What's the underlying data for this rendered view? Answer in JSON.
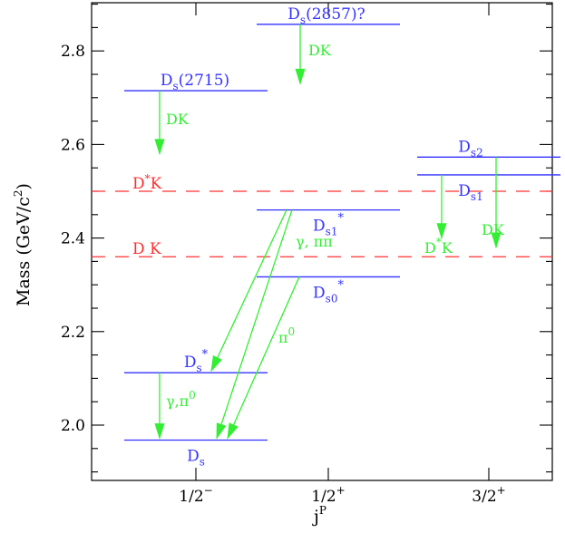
{
  "chart_data": {
    "type": "level-diagram",
    "xlabel": "j",
    "xlabel_sup": "P",
    "ylabel": "Mass (GeV/c",
    "ylabel_sup": "2",
    "ylabel_tail": ")",
    "ylim": [
      1.9,
      2.9
    ],
    "yticks": [
      "2.0",
      "2.2",
      "2.4",
      "2.6",
      "2.8"
    ],
    "columns": [
      {
        "label": "1/2",
        "sup": "−"
      },
      {
        "label": "1/2",
        "sup": "+"
      },
      {
        "label": "3/2",
        "sup": "+"
      }
    ],
    "thresholds": [
      {
        "label": "D",
        "sup": "*",
        "tail": "K",
        "mass": 2.5,
        "color": "#ff3030"
      },
      {
        "label": "D K",
        "sup": "",
        "tail": "",
        "mass": 2.36,
        "color": "#ff3030"
      }
    ],
    "levels": [
      {
        "name": "Ds",
        "base": "D",
        "sub": "s",
        "sup": "",
        "tail": "",
        "column": 0,
        "mass": 1.968,
        "label_pos": "below"
      },
      {
        "name": "Ds*",
        "base": "D",
        "sub": "s",
        "sup": "*",
        "tail": "",
        "column": 0,
        "mass": 2.112,
        "label_pos": "above"
      },
      {
        "name": "Ds(2715)",
        "base": "D",
        "sub": "s",
        "sup": "",
        "tail": "(2715)",
        "column": 0,
        "mass": 2.715,
        "label_pos": "above"
      },
      {
        "name": "Ds0*",
        "base": "D",
        "sub": "s0",
        "sup": "*",
        "tail": "",
        "column": 1,
        "mass": 2.317,
        "label_pos": "below"
      },
      {
        "name": "Ds1*",
        "base": "D",
        "sub": "s1",
        "sup": "*",
        "tail": "",
        "column": 1,
        "mass": 2.46,
        "label_pos": "below"
      },
      {
        "name": "Ds(2857)?",
        "base": "D",
        "sub": "s",
        "sup": "",
        "tail": "(2857)?",
        "column": 1,
        "mass": 2.857,
        "label_pos": "above"
      },
      {
        "name": "Ds1",
        "base": "D",
        "sub": "s1",
        "sup": "",
        "tail": "",
        "column": 2,
        "mass": 2.535,
        "label_pos": "below"
      },
      {
        "name": "Ds2",
        "base": "D",
        "sub": "s2",
        "sup": "",
        "tail": "",
        "column": 2,
        "mass": 2.573,
        "label_pos": "above"
      }
    ],
    "transitions": [
      {
        "from": "Ds(2715)",
        "label": "DK",
        "to_mass": 2.58
      },
      {
        "from": "Ds(2857)?",
        "label": "DK",
        "to_mass": 2.73
      },
      {
        "from": "Ds*",
        "to": "Ds",
        "label": "γ,π",
        "label_sup": "0"
      },
      {
        "from": "Ds1*",
        "to": "Ds*",
        "label": "γ,  ππ"
      },
      {
        "from": "Ds1*",
        "to": "Ds",
        "label": ""
      },
      {
        "from": "Ds0*",
        "to": "Ds",
        "label": "π",
        "label_sup": "0"
      },
      {
        "from": "Ds1",
        "label": "D",
        "label_sup": "*",
        "label_tail": "K",
        "to_mass": 2.4
      },
      {
        "from": "Ds2",
        "label": "DK",
        "to_mass": 2.38
      }
    ],
    "colors": {
      "levels": "#3333ff",
      "transitions": "#33ee33",
      "thresholds": "#ff3030",
      "axes": "#000000"
    }
  }
}
